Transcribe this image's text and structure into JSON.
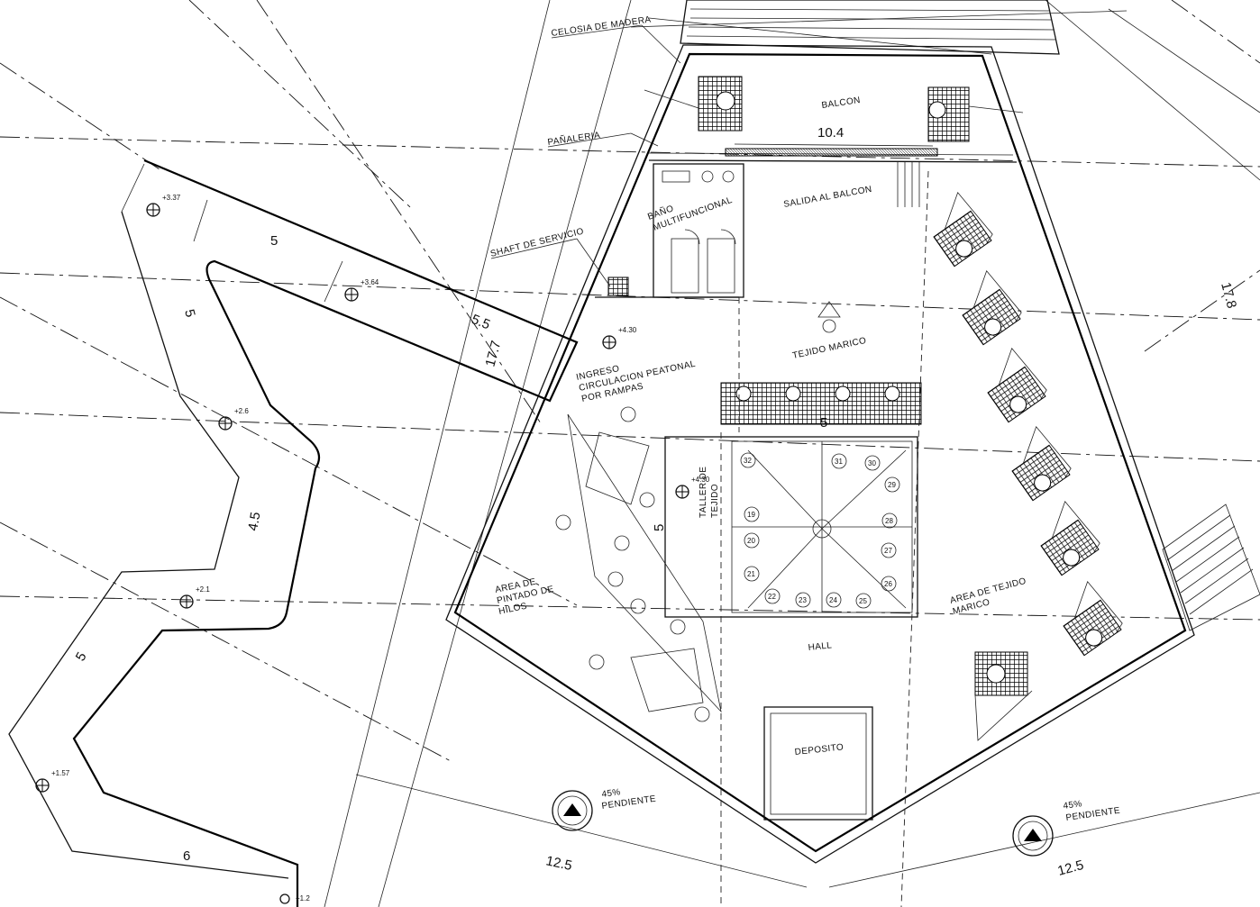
{
  "labels": {
    "celosia": "CELOSIA DE MADERA",
    "balcon": "BALCON",
    "panaleria": "PAÑALERIA",
    "bano_1": "BAÑO",
    "bano_2": "MULTIFUNCIONAL",
    "salida": "SALIDA AL BALCON",
    "shaft": "SHAFT DE SERVICIO",
    "tejido_marico": "TEJIDO MARICO",
    "ingreso_1": "INGRESO",
    "ingreso_2": "CIRCULACION PEATONAL",
    "ingreso_3": "POR RAMPAS",
    "taller_1": "TALLER DE",
    "taller_2": "TEJIDO",
    "area_pintado_1": "AREA DE",
    "area_pintado_2": "PINTADO DE",
    "area_pintado_3": "HILOS",
    "area_tejido_1": "AREA DE TEJIDO",
    "area_tejido_2": "MARICO",
    "hall": "HALL",
    "deposito": "DEPOSITO",
    "pendiente_pct_left": "45%",
    "pendiente_left": "PENDIENTE",
    "pendiente_pct_right": "45%",
    "pendiente_right": "PENDIENTE"
  },
  "dimensions": {
    "balcon_width": "10.4",
    "right_depth": "17.8",
    "ramp_length": "17.7",
    "ramp_5_5": "5.5",
    "ramp_seg_a": "5",
    "ramp_seg_b": "5",
    "ramp_seg_c": "4.5",
    "ramp_seg_d": "5",
    "ramp_seg_e": "6",
    "taller_side": "5",
    "bench_5": "5",
    "bottom_left": "12.5",
    "bottom_right": "12.5"
  },
  "levels": {
    "l1": "+3.37",
    "l2": "+3.64",
    "l3": "+2.6",
    "l4": "+2.1",
    "l5": "+1.57",
    "l6": "+1.2",
    "l7": "+4.30",
    "l8": "+4.30"
  },
  "stair_steps": [
    "19",
    "20",
    "21",
    "22",
    "23",
    "24",
    "25",
    "26",
    "27",
    "28",
    "29",
    "30",
    "31",
    "32"
  ]
}
